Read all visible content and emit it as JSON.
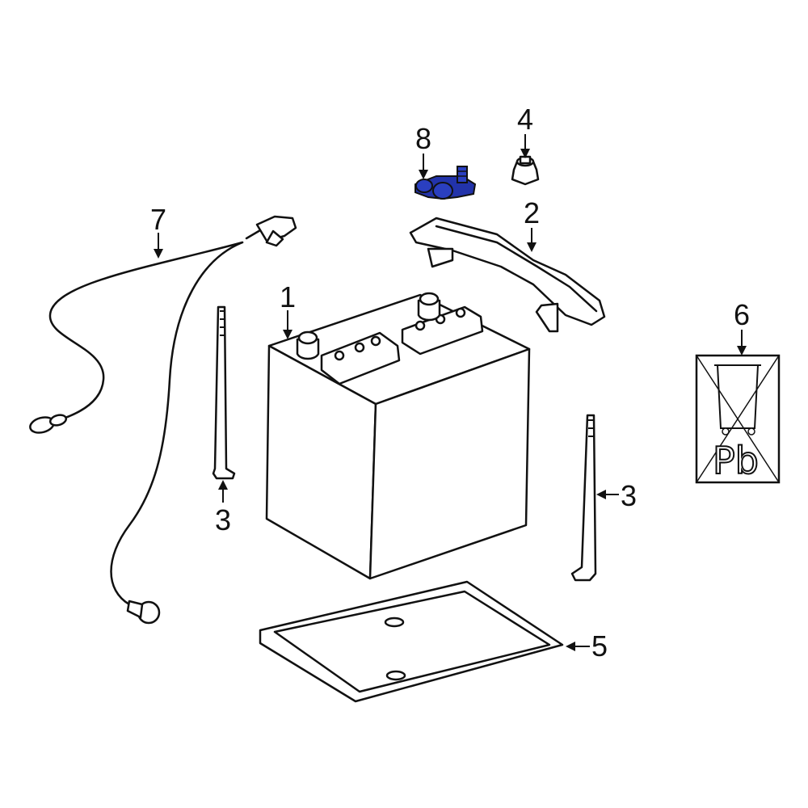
{
  "callouts": {
    "battery": "1",
    "hold_down": "2",
    "rod_left": "3",
    "rod_right": "3",
    "nut": "4",
    "tray": "5",
    "label": "6",
    "cable": "7",
    "clamp": "8"
  },
  "recycle_label": {
    "symbol_text": "Pb"
  },
  "colors": {
    "line": "#111111",
    "highlight": "#2233aa",
    "background": "#ffffff"
  }
}
